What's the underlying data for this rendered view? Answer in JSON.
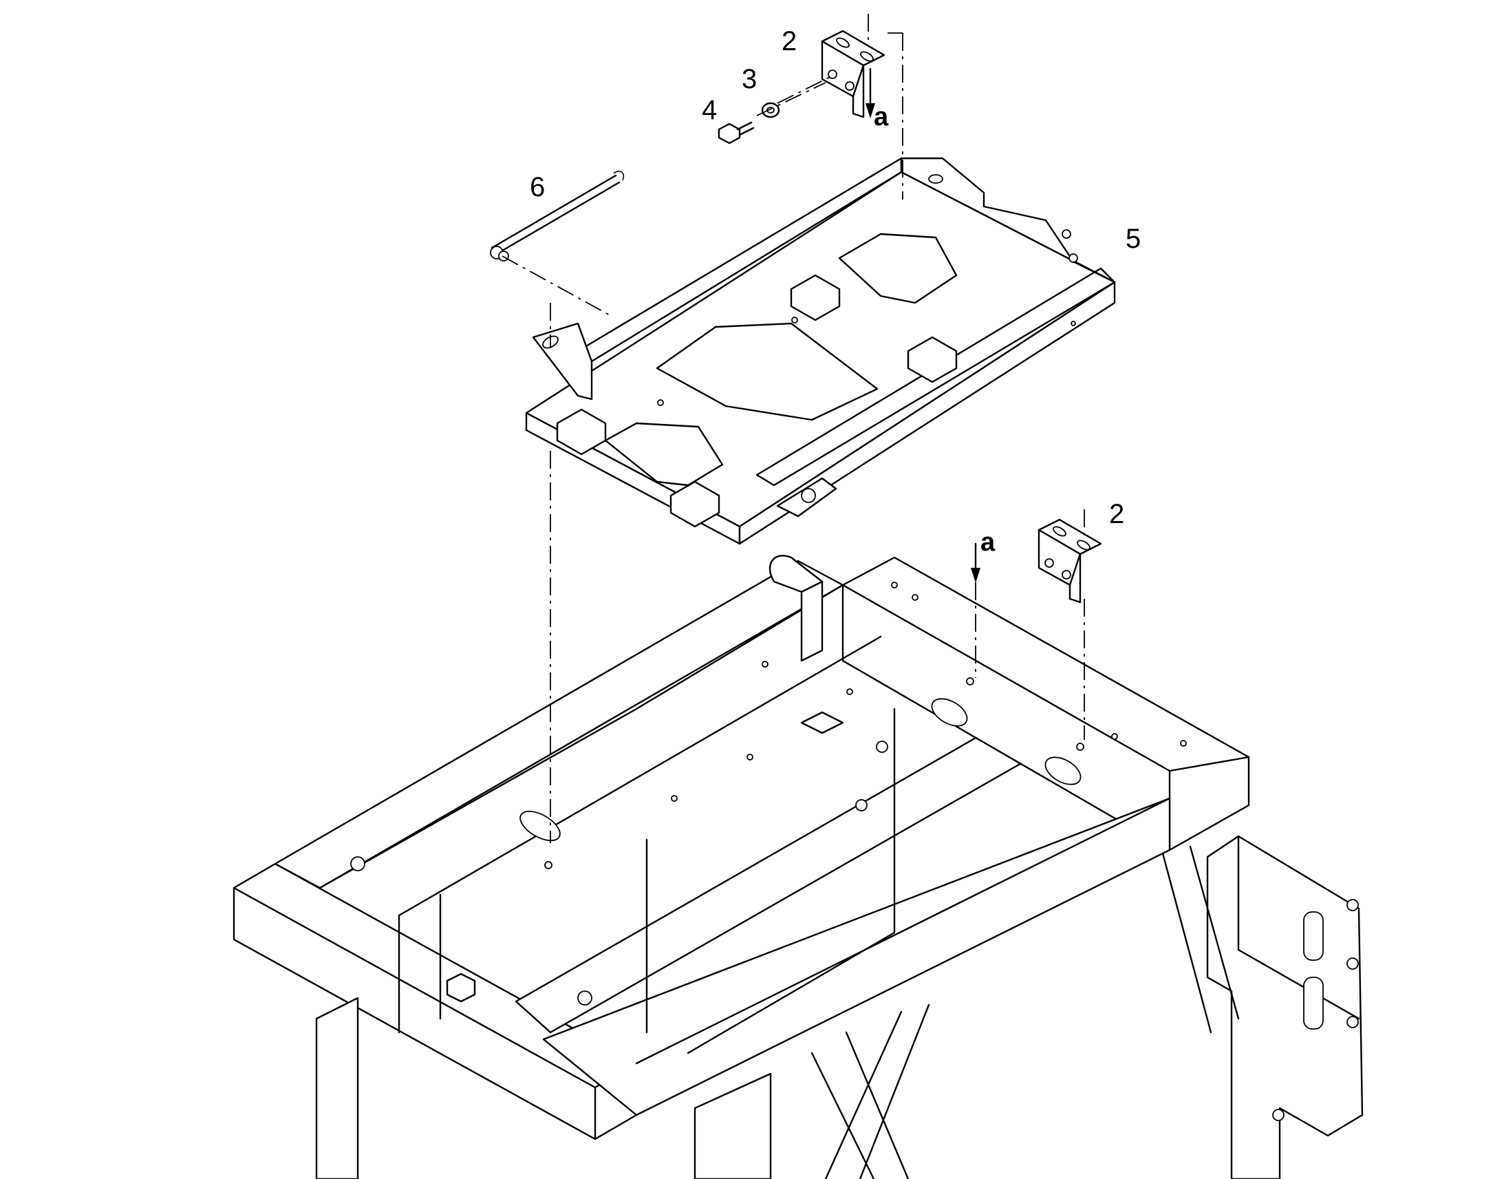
{
  "callouts": {
    "c2_top": "2",
    "c3": "3",
    "c4": "4",
    "c5": "5",
    "c6": "6",
    "c2_right": "2"
  },
  "markers": {
    "a_top": "a",
    "a_mid": "a"
  }
}
